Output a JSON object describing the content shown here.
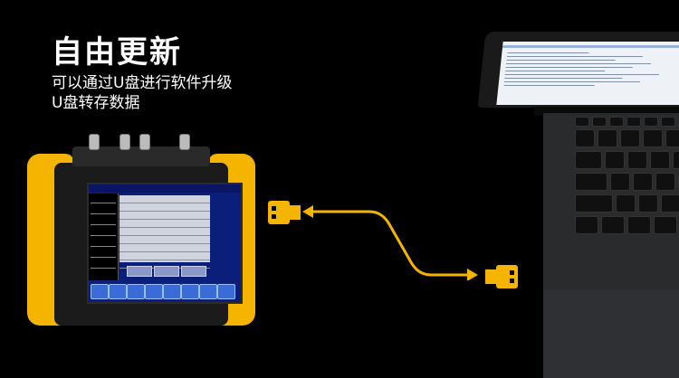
{
  "headline": {
    "title": "自由更新",
    "line1": "可以通过U盘进行软件升级",
    "line2": "U盘转存数据"
  },
  "colors": {
    "accent": "#f5b400",
    "background": "#000000"
  },
  "icons": [
    "usb-stick-icon",
    "bidirectional-arrow-icon",
    "laptop-icon",
    "instrument-device-icon"
  ]
}
